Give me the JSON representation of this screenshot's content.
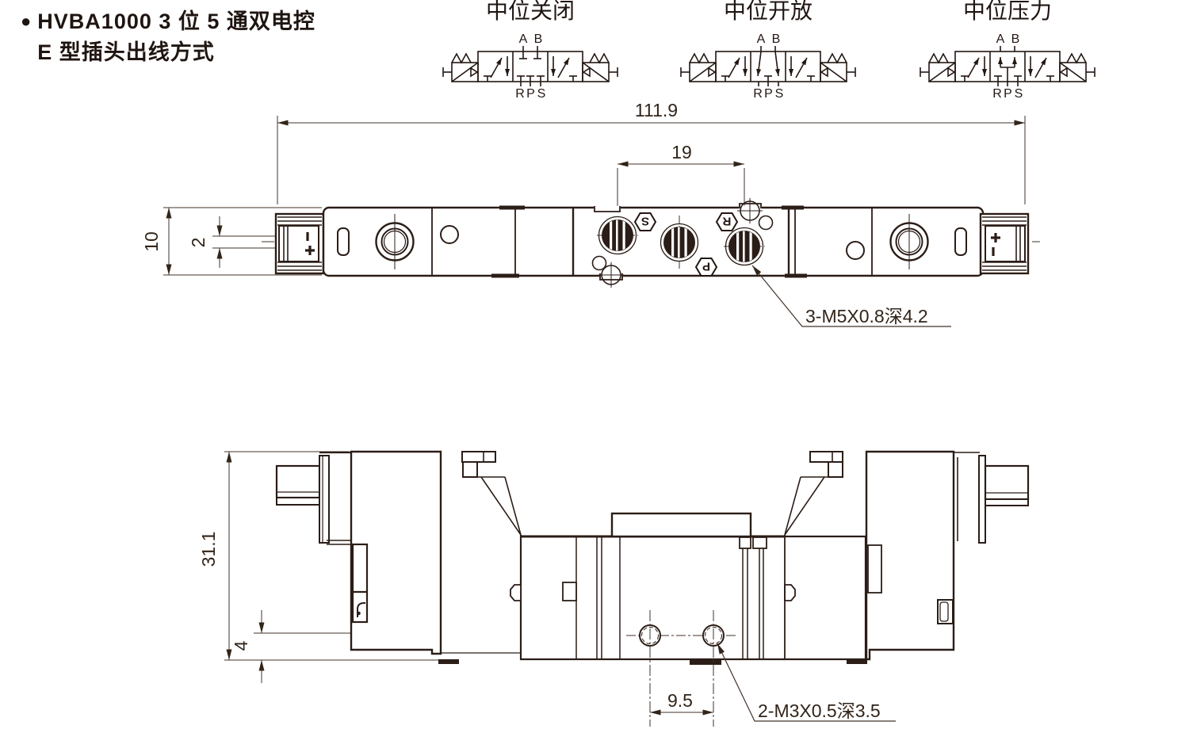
{
  "header": {
    "bullet": "●",
    "line1": "HVBA1000 3 位 5 通双电控",
    "line2": "E 型插头出线方式"
  },
  "schematics": [
    {
      "title": "中位关闭",
      "ports": {
        "a": "A",
        "b": "B",
        "r": "R",
        "p": "P",
        "s": "S"
      }
    },
    {
      "title": "中位开放",
      "ports": {
        "a": "A",
        "b": "B",
        "r": "R",
        "p": "P",
        "s": "S"
      }
    },
    {
      "title": "中位压力",
      "ports": {
        "a": "A",
        "b": "B",
        "r": "R",
        "p": "P",
        "s": "S"
      }
    }
  ],
  "top_view": {
    "dims": {
      "overall_width": "111.9",
      "port_spacing": "19",
      "body_width": "10",
      "connector_offset": "2"
    },
    "port_labels": {
      "s": "S",
      "p": "P",
      "r": "R"
    },
    "annotation": "3-M5X0.8深4.2"
  },
  "front_view": {
    "dims": {
      "overall_height": "31.1",
      "base_height": "4",
      "hole_spacing": "9.5"
    },
    "annotation": "2-M3X0.5深3.5"
  }
}
